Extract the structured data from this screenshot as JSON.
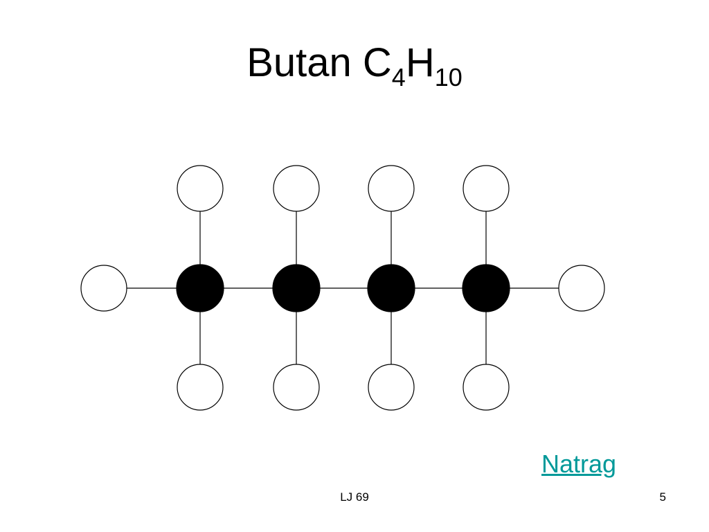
{
  "slide": {
    "title": {
      "base": "Butan C",
      "sub1": "4",
      "mid": "H",
      "sub2": "10"
    },
    "link_text": "Natrag",
    "footer_text": "LJ 69",
    "page_number": "5"
  },
  "molecule": {
    "carbon_count": 4,
    "hydrogen_count": 10,
    "carbon_color": "#000000",
    "hydrogen_fill": "#ffffff",
    "bond_color": "#000000"
  }
}
